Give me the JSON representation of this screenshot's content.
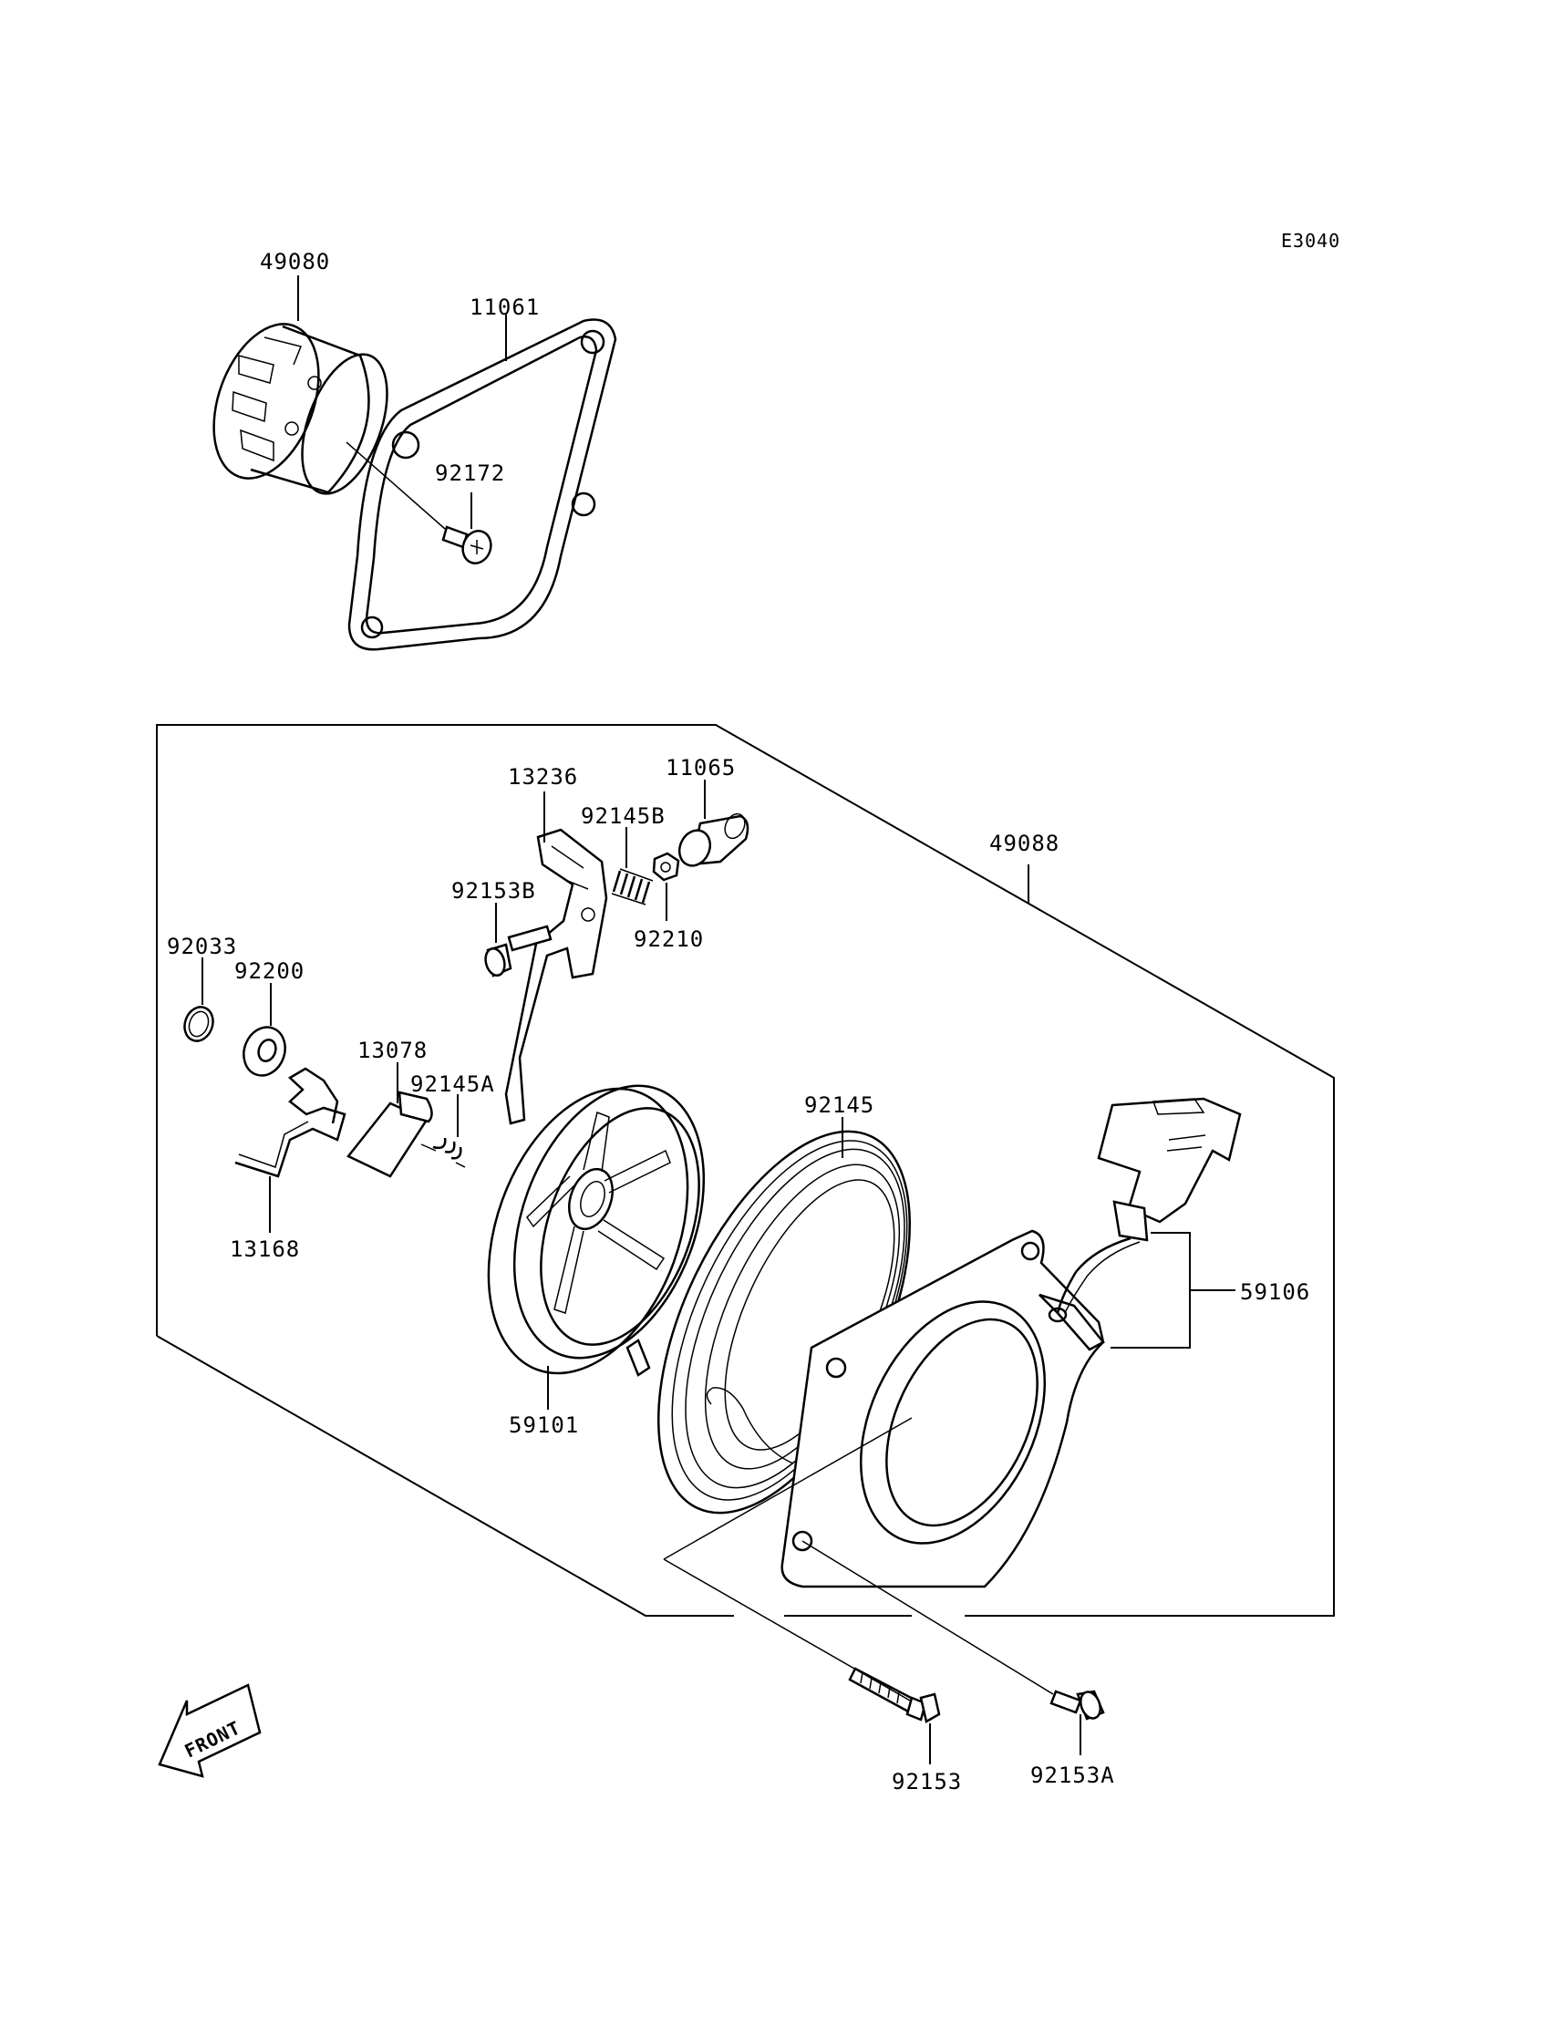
{
  "diagram_code": "E3040",
  "callouts": {
    "p49080": "49080",
    "p11061": "11061",
    "p92172": "92172",
    "p13236": "13236",
    "p11065": "11065",
    "p92145B": "92145B",
    "p92153B": "92153B",
    "p92210": "92210",
    "p49088": "49088",
    "p92033": "92033",
    "p92200": "92200",
    "p13078": "13078",
    "p92145A": "92145A",
    "p92145": "92145",
    "p13168": "13168",
    "p59106": "59106",
    "p59101": "59101",
    "p92153": "92153",
    "p92153A": "92153A"
  },
  "front_arrow_label": "FRONT"
}
